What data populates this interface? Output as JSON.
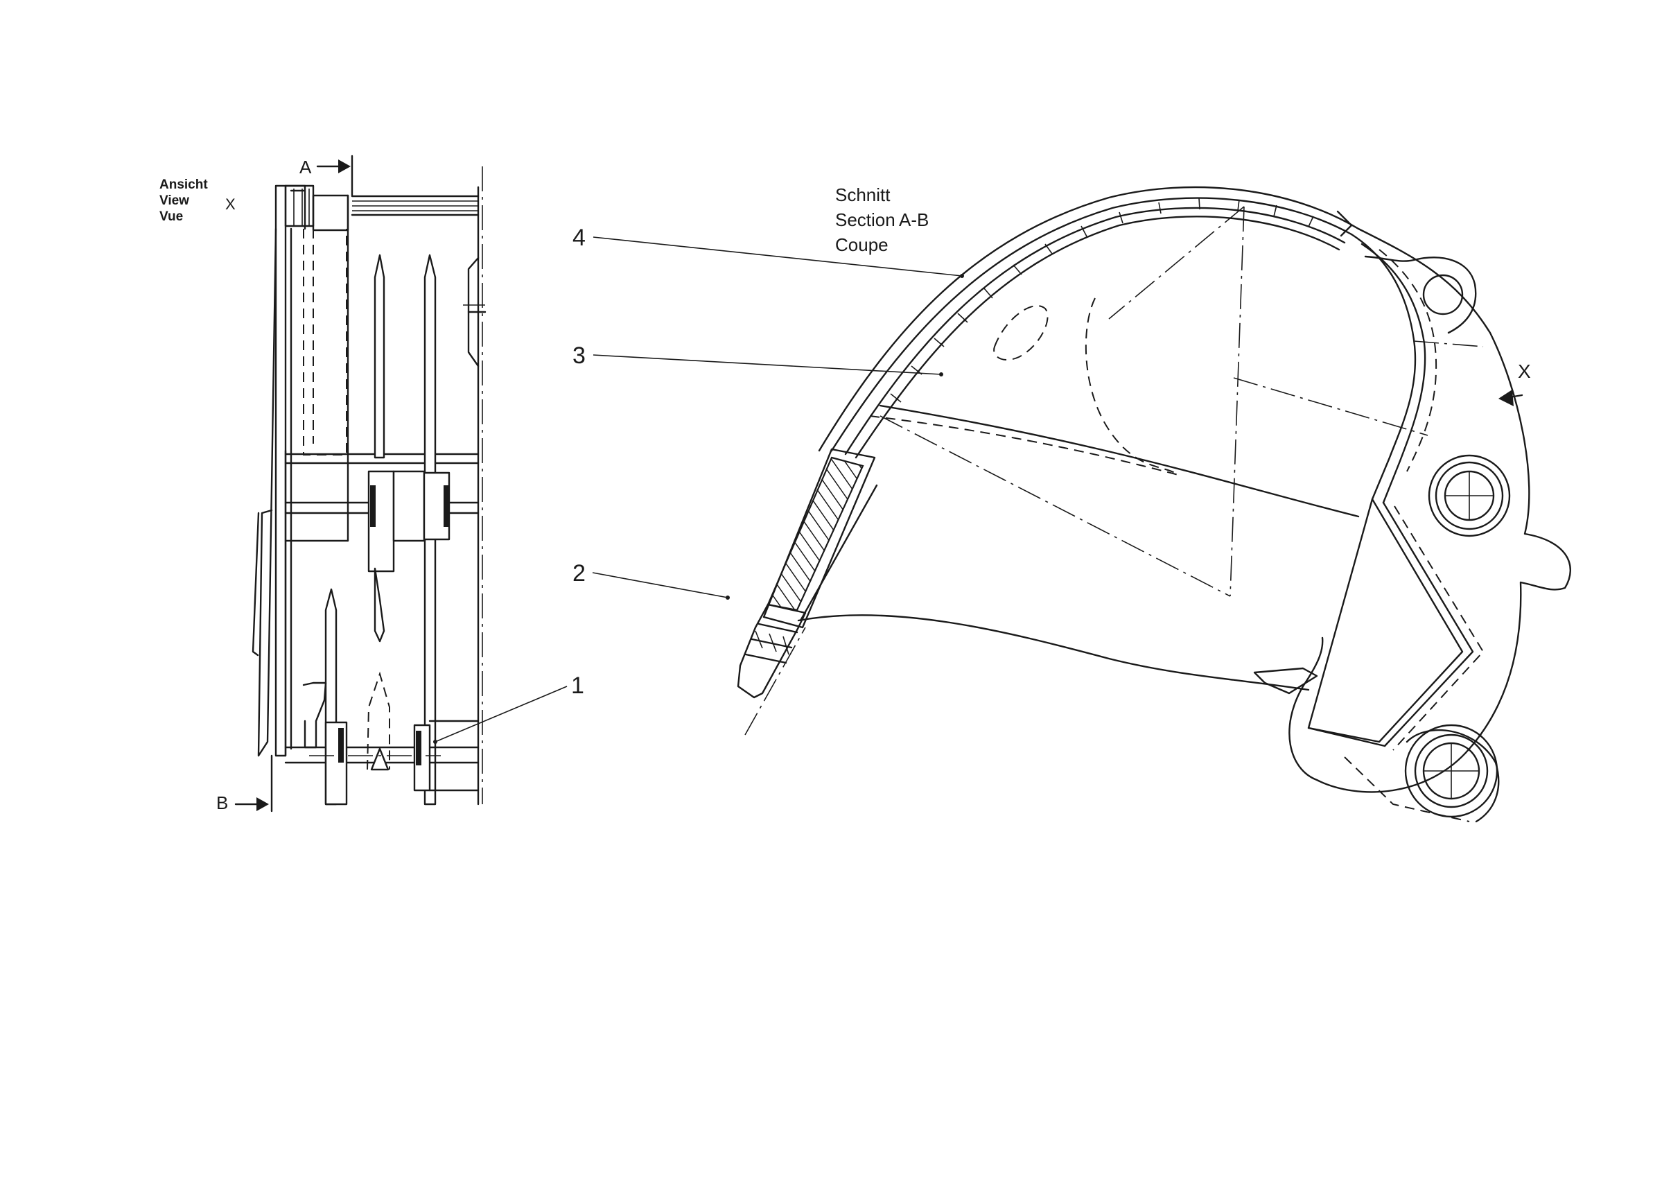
{
  "view_label": {
    "line1": "Ansicht",
    "line2": "View",
    "line3": "Vue",
    "letter": "X"
  },
  "section_marks": {
    "top": "A",
    "bottom": "B"
  },
  "section_label": {
    "line1": "Schnitt",
    "line2": "Section",
    "line3": "Coupe",
    "ref": "A-B"
  },
  "view_arrow_letter": "X",
  "callouts": [
    "1",
    "2",
    "3",
    "4"
  ]
}
